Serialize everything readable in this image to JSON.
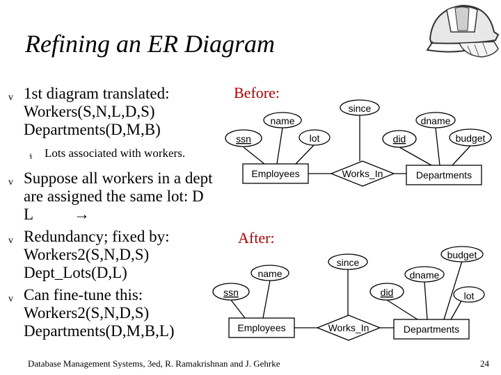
{
  "title": "Refining an ER Diagram",
  "bullets": [
    {
      "lines": [
        "1st diagram translated:",
        "Workers(S,N,L,D,S)",
        "Departments(D,M,B)"
      ]
    },
    {
      "sub": "Lots associated with workers."
    },
    {
      "lines": [
        "Suppose all workers in a dept",
        "are assigned the same lot:  D",
        "L"
      ],
      "arrow": "→"
    },
    {
      "lines": [
        "Redundancy; fixed by:",
        "Workers2(S,N,D,S)",
        "Dept_Lots(D,L)"
      ]
    },
    {
      "lines": [
        "Can fine-tune this:",
        "Workers2(S,N,D,S)",
        "Departments(D,M,B,L)"
      ]
    }
  ],
  "bullet_mark": "v",
  "sub_mark": "§",
  "before": {
    "heading": "Before:",
    "attributes": {
      "since": "since",
      "name": "name",
      "dname": "dname",
      "ssn": "ssn",
      "lot": "lot",
      "did": "did",
      "budget": "budget"
    },
    "entities": {
      "employees": "Employees",
      "departments": "Departments"
    },
    "relationship": "Works_In"
  },
  "after": {
    "heading": "After:",
    "attributes": {
      "budget": "budget",
      "since": "since",
      "dname": "dname",
      "name": "name",
      "ssn": "ssn",
      "did": "did",
      "lot": "lot"
    },
    "entities": {
      "employees": "Employees",
      "departments": "Departments"
    },
    "relationship": "Works_In"
  },
  "footer": "Database Management Systems, 3ed,  R. Ramakrishnan and J. Gehrke",
  "page_number": "24",
  "icon": "hard-hat-glove-icon"
}
